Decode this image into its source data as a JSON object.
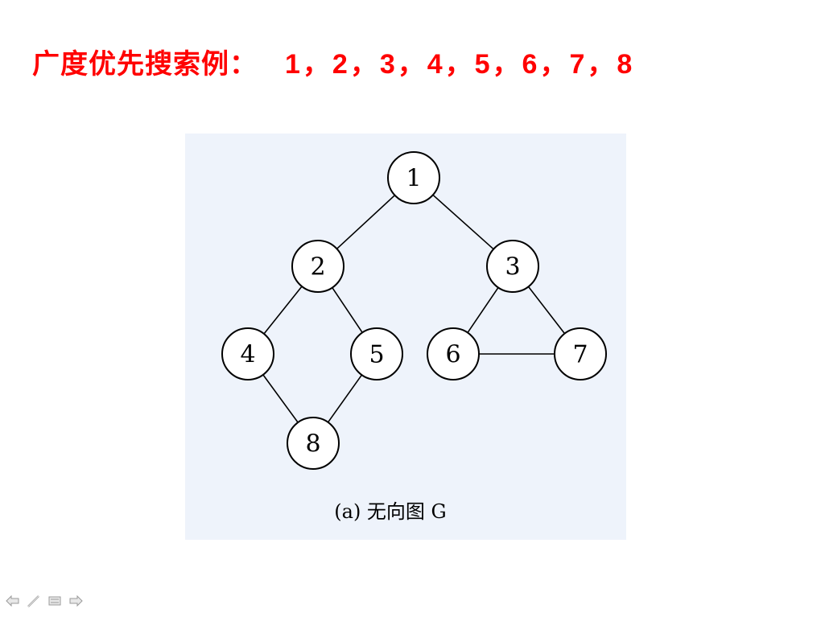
{
  "slide": {
    "title_label": "广度优先搜索例：",
    "traversal_order": "1，2，3，4，5，6，7，8"
  },
  "diagram": {
    "caption": "(a) 无向图 G",
    "nodes": [
      {
        "id": "1",
        "label": "1"
      },
      {
        "id": "2",
        "label": "2"
      },
      {
        "id": "3",
        "label": "3"
      },
      {
        "id": "4",
        "label": "4"
      },
      {
        "id": "5",
        "label": "5"
      },
      {
        "id": "6",
        "label": "6"
      },
      {
        "id": "7",
        "label": "7"
      },
      {
        "id": "8",
        "label": "8"
      }
    ],
    "edges": [
      [
        "1",
        "2"
      ],
      [
        "1",
        "3"
      ],
      [
        "2",
        "4"
      ],
      [
        "2",
        "5"
      ],
      [
        "4",
        "8"
      ],
      [
        "5",
        "8"
      ],
      [
        "3",
        "6"
      ],
      [
        "3",
        "7"
      ],
      [
        "6",
        "7"
      ]
    ]
  },
  "navigation": {
    "icons": [
      "arrow-left-icon",
      "pen-icon",
      "menu-icon",
      "arrow-right-icon"
    ]
  }
}
